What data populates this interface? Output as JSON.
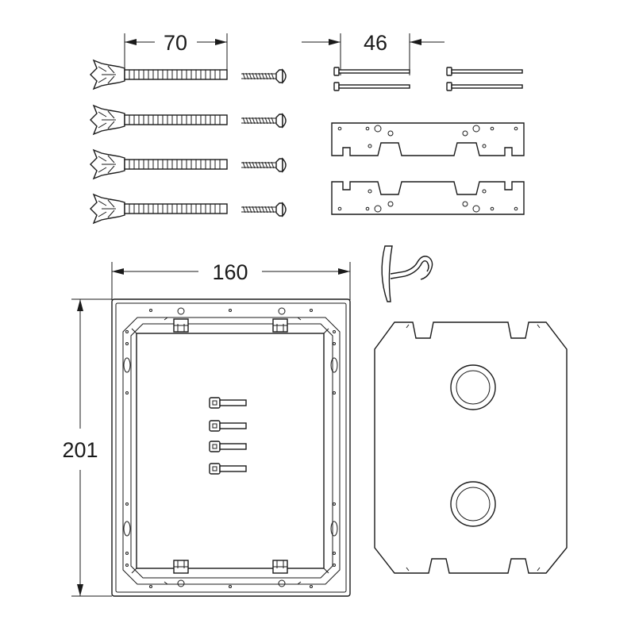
{
  "dimensions": {
    "anchor_length": "70",
    "bolt_spacing": "46",
    "frame_width": "160",
    "frame_height": "201"
  },
  "colors": {
    "line": "#1a1a1a",
    "background": "#ffffff"
  },
  "parts": {
    "wall_anchors": 4,
    "screws": 4,
    "long_bolts": 4,
    "mounting_brackets": 2,
    "suction_hook": 1,
    "frame": 1,
    "frame_screws": 4,
    "mounting_plate": 1
  }
}
